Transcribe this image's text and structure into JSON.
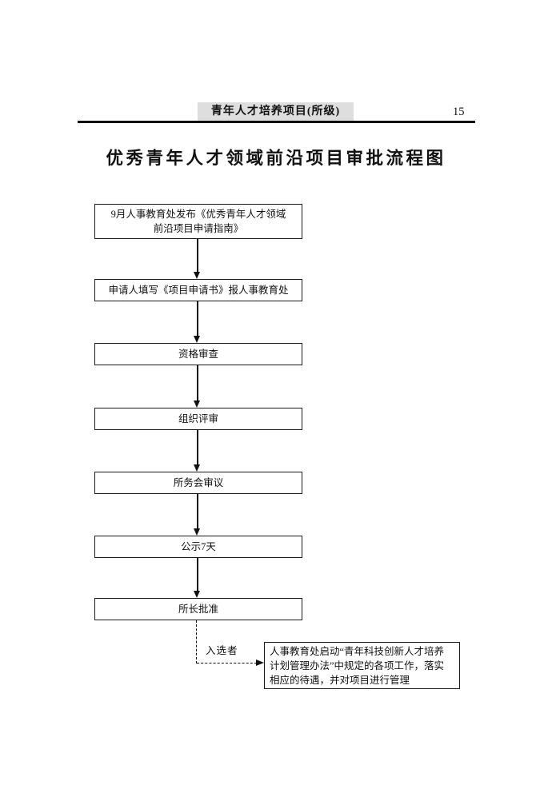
{
  "header": {
    "section_label": "青年人才培养项目(所级)",
    "page_number": "15"
  },
  "title": "优秀青年人才领域前沿项目审批流程图",
  "flow": {
    "steps": [
      {
        "lines": [
          "9月人事教育处发布《优秀青年人才领域",
          "前沿项目申请指南》"
        ]
      },
      {
        "lines": [
          "申请人填写《项目申请书》报人事教育处"
        ]
      },
      {
        "lines": [
          "资格审查"
        ]
      },
      {
        "lines": [
          "组织评审"
        ]
      },
      {
        "lines": [
          "所务会审议"
        ]
      },
      {
        "lines": [
          "公示7天"
        ]
      },
      {
        "lines": [
          "所长批准"
        ]
      }
    ],
    "branch_label": "入选者",
    "result": {
      "lines": [
        "人事教育处启动“青年科技创新人才培养",
        "计划管理办法”中规定的各项工作，落实",
        "相应的待遇，并对项目进行管理"
      ]
    }
  },
  "colors": {
    "ink": "#111111",
    "header_bar_bg": "#dedede",
    "page_bg": "#ffffff"
  }
}
